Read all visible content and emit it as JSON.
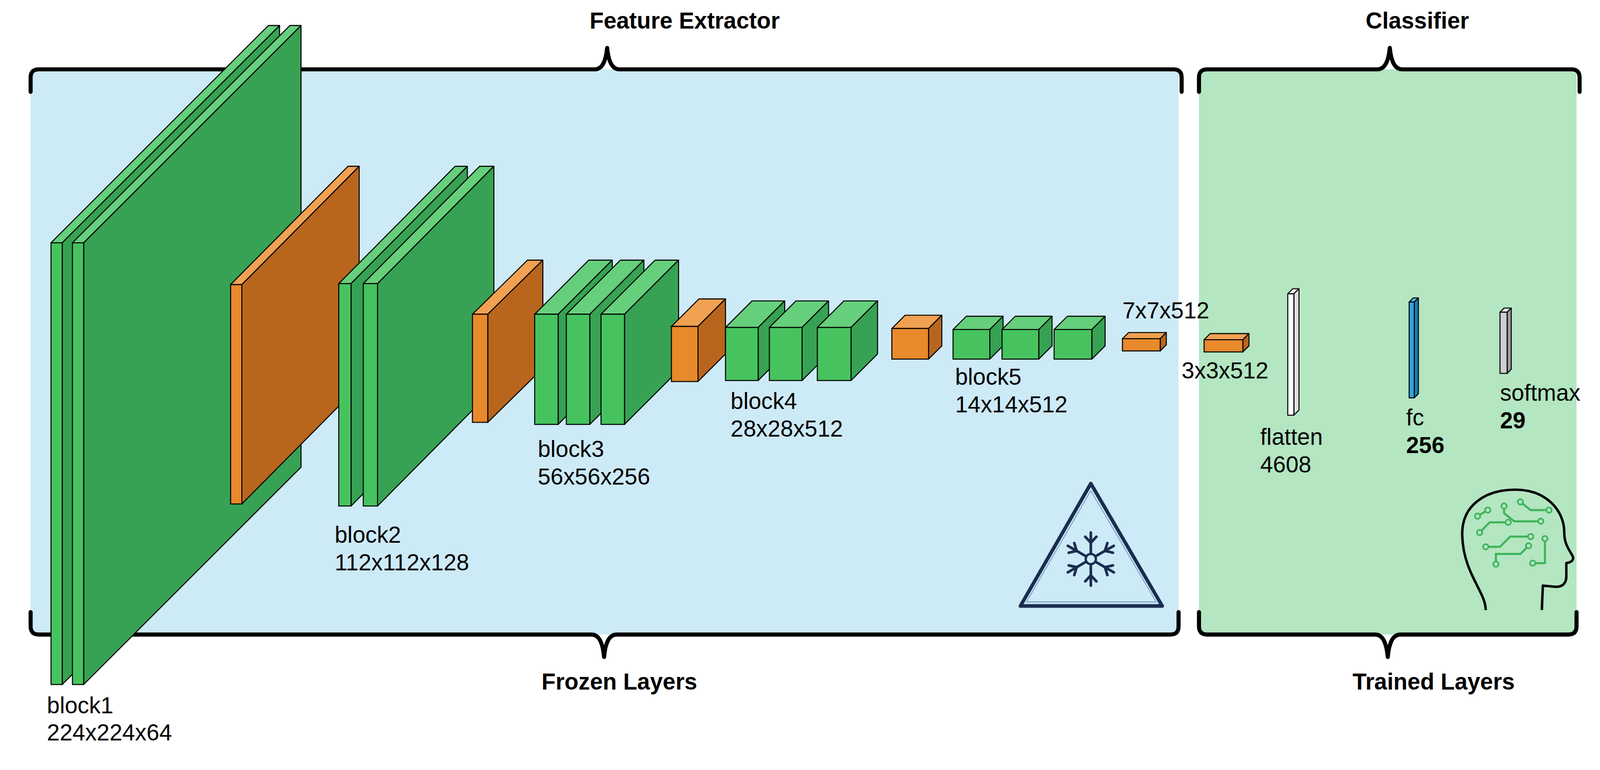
{
  "diagram": {
    "nodes": [
      {
        "text": [
          "Feature Extractor",
          "Frozen Layers"
        ]
      },
      {
        "text": [
          "Classifier",
          "Trained Layers"
        ]
      },
      {
        "text": [
          "block1",
          "224x224x64"
        ],
        "in": 0
      },
      {
        "text": [
          "block2",
          "112x112x128"
        ],
        "in": 0
      },
      {
        "text": [
          "block3",
          "56x56x256"
        ],
        "in": 0
      },
      {
        "text": [
          "block4",
          "28x28x512"
        ],
        "in": 0
      },
      {
        "text": [
          "block5",
          "14x14x512"
        ],
        "in": 0
      },
      {
        "text": [
          "7x7x512"
        ],
        "in": 0
      },
      {
        "text": [
          "3x3x512"
        ],
        "in": 1
      },
      {
        "text": [
          "flatten",
          "4608"
        ],
        "in": 1
      },
      {
        "text": [
          "fc",
          "256"
        ],
        "in": 1
      },
      {
        "text": [
          "softmax",
          "29"
        ],
        "in": 1
      }
    ]
  }
}
